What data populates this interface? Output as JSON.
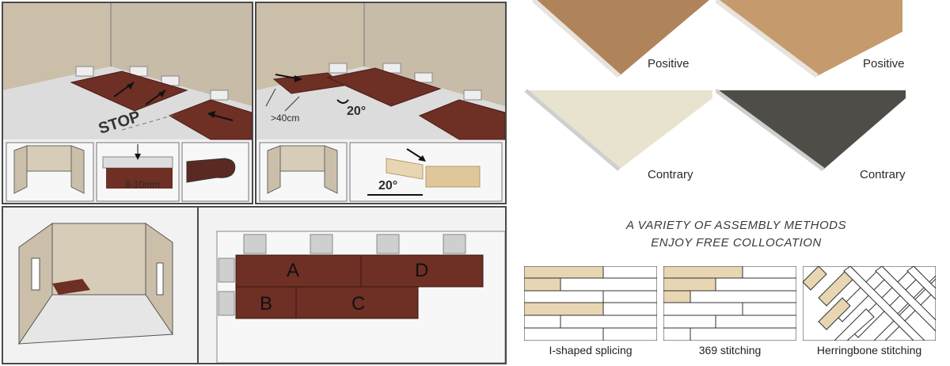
{
  "install_steps": {
    "stop_label": "STOP",
    "gap_label": "8-10mm",
    "distance_label": ">40cm",
    "angle_label": "20°",
    "angle_label_small": "20°",
    "plank_labels": [
      "A",
      "D",
      "B",
      "C"
    ]
  },
  "cross_sections": [
    {
      "label": "Positive",
      "color": "#b0845a"
    },
    {
      "label": "Positive",
      "color": "#c59a6c"
    },
    {
      "label": "Contrary",
      "color": "#e8e3cf"
    },
    {
      "label": "Contrary",
      "color": "#4f4d48"
    }
  ],
  "headline": {
    "line1": "A VARIETY OF ASSEMBLY METHODS",
    "line2": "ENJOY FREE COLLOCATION"
  },
  "patterns": [
    {
      "label": "I-shaped splicing"
    },
    {
      "label": "369 stitching"
    },
    {
      "label": "Herringbone stitching"
    }
  ],
  "colors": {
    "plank_brown": "#6e2f24",
    "wall": "#cbbfaa",
    "floor": "#dcdcdc",
    "panel_border": "#4a4a4a",
    "wood_light": "#e8d6b3"
  }
}
